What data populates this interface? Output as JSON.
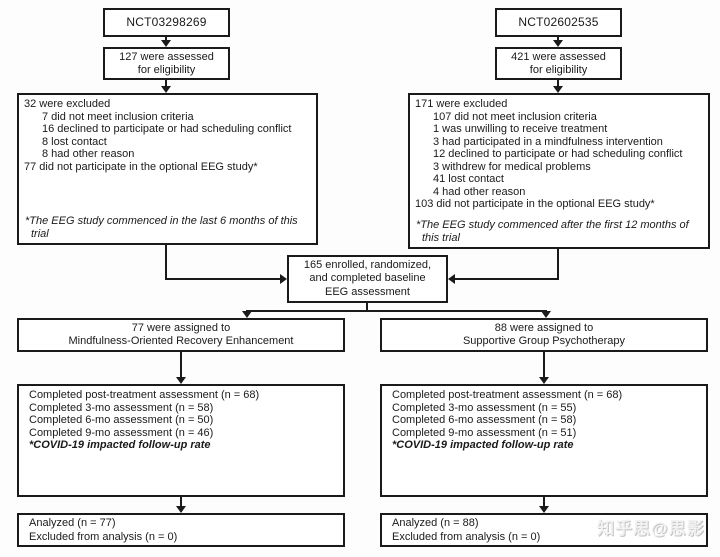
{
  "colors": {
    "border": "#1a1a1a",
    "background": "#fdfdfd",
    "text": "#1a1a1a",
    "watermark": "#f2f2f2"
  },
  "watermark": "知乎思@思影",
  "center": {
    "enrolled_lines": [
      "165 enrolled, randomized,",
      "and completed baseline",
      "EEG assessment"
    ]
  },
  "left": {
    "trial_id": "NCT03298269",
    "assessed_lines": [
      "127 were assessed",
      "for eligibility"
    ],
    "excluded": {
      "header": "32 were excluded",
      "reasons": [
        "7 did not meet inclusion criteria",
        "16 declined to participate or had scheduling conflict",
        "8 lost contact",
        "8 had other reason"
      ],
      "footer": "77 did not participate in the optional EEG study*",
      "note": "*The EEG study commenced in the last 6 months of this trial"
    },
    "assigned_lines": [
      "77 were assigned to",
      "Mindfulness-Oriented Recovery Enhancement"
    ],
    "followup_lines": [
      "Completed post-treatment assessment (n = 68)",
      "Completed 3-mo assessment (n = 58)",
      "Completed 6-mo assessment (n = 50)",
      "Completed 9-mo assessment (n = 46)"
    ],
    "followup_note": "*COVID-19 impacted follow-up rate",
    "analyzed_lines": [
      "Analyzed (n = 77)",
      "Excluded from analysis (n = 0)"
    ]
  },
  "right": {
    "trial_id": "NCT02602535",
    "assessed_lines": [
      "421 were assessed",
      "for eligibility"
    ],
    "excluded": {
      "header": "171 were excluded",
      "reasons": [
        "107 did not meet inclusion criteria",
        "1 was unwilling to receive treatment",
        "3 had participated in a mindfulness intervention",
        "12 declined to participate or had scheduling conflict",
        "3 withdrew for medical problems",
        "41 lost contact",
        "4 had other reason"
      ],
      "footer": "103 did not participate in the optional EEG study*",
      "note": "*The EEG study commenced after the first 12 months of this trial"
    },
    "assigned_lines": [
      "88 were assigned to",
      "Supportive Group Psychotherapy"
    ],
    "followup_lines": [
      "Completed post-treatment assessment (n = 68)",
      "Completed 3-mo assessment (n = 55)",
      "Completed 6-mo assessment (n = 58)",
      "Completed 9-mo assessment (n = 51)"
    ],
    "followup_note": "*COVID-19 impacted follow-up rate",
    "analyzed_lines": [
      "Analyzed (n = 88)",
      "Excluded from analysis (n = 0)"
    ]
  }
}
